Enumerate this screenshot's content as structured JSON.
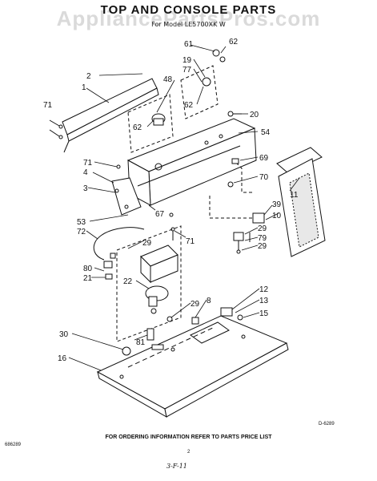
{
  "header": {
    "title": "TOP AND CONSOLE PARTS",
    "watermark": "AppliancePartsPros.com",
    "model_line": "For Model LE5700XK W"
  },
  "callouts": [
    "2",
    "1",
    "71",
    "61",
    "62",
    "19",
    "77",
    "48",
    "62",
    "62",
    "20",
    "54",
    "71",
    "4",
    "3",
    "69",
    "70",
    "67",
    "11",
    "39",
    "10",
    "53",
    "72",
    "29",
    "71",
    "29",
    "79",
    "29",
    "80",
    "21",
    "22",
    "29",
    "8",
    "12",
    "13",
    "15",
    "30",
    "16",
    "81"
  ],
  "diagram_code": "D-6289",
  "footer": {
    "ordering_note": "FOR ORDERING INFORMATION REFER TO PARTS PRICE LIST",
    "page_number": "2",
    "left_code": "686289",
    "signature": "3-F-11"
  }
}
